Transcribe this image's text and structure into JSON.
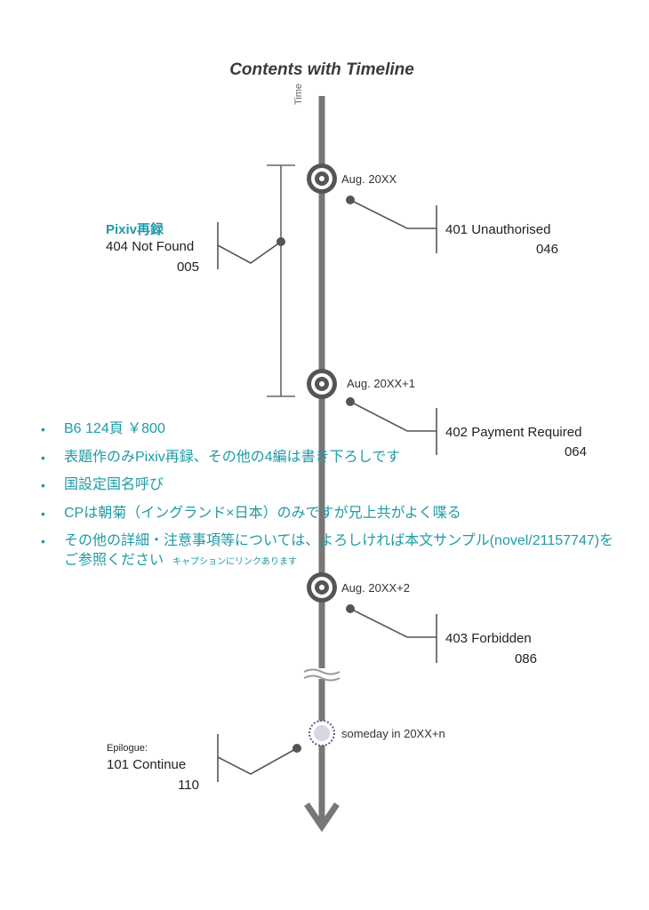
{
  "title": "Contents with Timeline",
  "axis_label": "Time",
  "events": [
    {
      "date": "Aug. 20XX",
      "marker": "target"
    },
    {
      "date": "Aug. 20XX+1",
      "marker": "target"
    },
    {
      "date": "Aug. 20XX+2",
      "marker": "target"
    },
    {
      "date": "someday in 20XX+n",
      "marker": "dotted-circle"
    }
  ],
  "chapters": {
    "pixiv": {
      "note": "Pixiv再録",
      "title": "404 Not Found",
      "page": "005"
    },
    "ch401": {
      "title": "401 Unauthorised",
      "page": "046"
    },
    "ch402": {
      "title": "402 Payment Required",
      "page": "064"
    },
    "ch403": {
      "title": "403 Forbidden",
      "page": "086"
    },
    "epilogue": {
      "note": "Epilogue:",
      "title": "101 Continue",
      "page": "110"
    }
  },
  "bullets": [
    "B6 124頁 ￥800",
    "表題作のみPixiv再録、その他の4編は書き下ろしです",
    "国設定国名呼び",
    "CPは朝菊（イングランド×日本）のみですが兄上共がよく喋る",
    "その他の詳細・注意事項等については、よろしければ本文サンプル(novel/21157747)を",
    "ご参照ください"
  ],
  "bullet_note": "キャプションにリンクあります",
  "colors": {
    "axis": "#777777",
    "teal": "#1f9aa6",
    "marker": "#555555"
  }
}
